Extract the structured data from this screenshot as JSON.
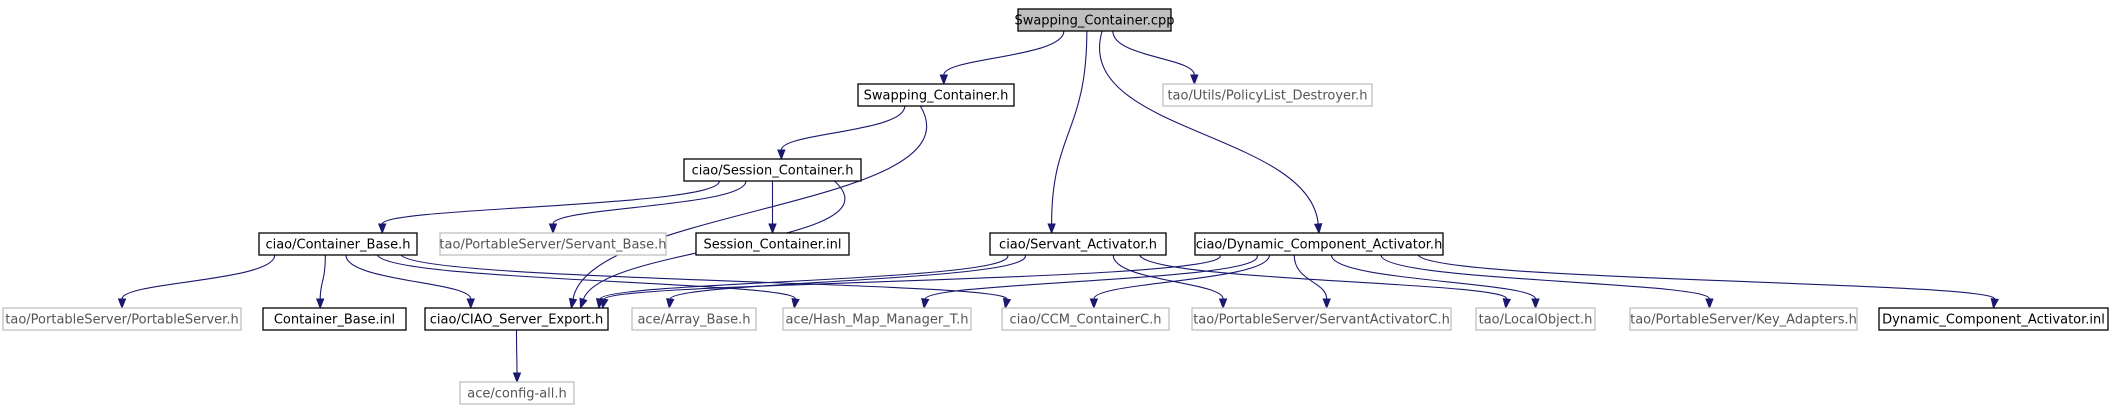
{
  "graph": {
    "title": "Swapping_Container.cpp",
    "colors": {
      "root_fill": "#bfbfbf",
      "node_border": "#000000",
      "external_border": "#bfbfbf",
      "edge": "#191970"
    },
    "nodes": [
      {
        "id": "root",
        "label": "Swapping_Container.cpp",
        "style": "root"
      },
      {
        "id": "swapping_h",
        "label": "Swapping_Container.h",
        "style": "normal"
      },
      {
        "id": "policylist",
        "label": "tao/Utils/PolicyList_Destroyer.h",
        "style": "external"
      },
      {
        "id": "session_h",
        "label": "ciao/Session_Container.h",
        "style": "normal"
      },
      {
        "id": "container_base_h",
        "label": "ciao/Container_Base.h",
        "style": "normal"
      },
      {
        "id": "servant_base",
        "label": "tao/PortableServer/Servant_Base.h",
        "style": "external"
      },
      {
        "id": "session_inl",
        "label": "Session_Container.inl",
        "style": "normal"
      },
      {
        "id": "servant_activator_h",
        "label": "ciao/Servant_Activator.h",
        "style": "normal"
      },
      {
        "id": "dyn_activator_h",
        "label": "ciao/Dynamic_Component_Activator.h",
        "style": "normal"
      },
      {
        "id": "portableserver",
        "label": "tao/PortableServer/PortableServer.h",
        "style": "external"
      },
      {
        "id": "container_base_inl",
        "label": "Container_Base.inl",
        "style": "normal"
      },
      {
        "id": "ciao_export",
        "label": "ciao/CIAO_Server_Export.h",
        "style": "normal"
      },
      {
        "id": "array_base",
        "label": "ace/Array_Base.h",
        "style": "external"
      },
      {
        "id": "hash_map",
        "label": "ace/Hash_Map_Manager_T.h",
        "style": "external"
      },
      {
        "id": "ccm_container",
        "label": "ciao/CCM_ContainerC.h",
        "style": "external"
      },
      {
        "id": "servant_activator_c",
        "label": "tao/PortableServer/ServantActivatorC.h",
        "style": "external"
      },
      {
        "id": "local_object",
        "label": "tao/LocalObject.h",
        "style": "external"
      },
      {
        "id": "key_adapters",
        "label": "tao/PortableServer/Key_Adapters.h",
        "style": "external"
      },
      {
        "id": "dyn_activator_inl",
        "label": "Dynamic_Component_Activator.inl",
        "style": "normal"
      },
      {
        "id": "config_all",
        "label": "ace/config-all.h",
        "style": "external"
      }
    ],
    "edges": [
      {
        "from": "root",
        "to": "swapping_h"
      },
      {
        "from": "root",
        "to": "policylist"
      },
      {
        "from": "root",
        "to": "servant_activator_h"
      },
      {
        "from": "root",
        "to": "dyn_activator_h"
      },
      {
        "from": "swapping_h",
        "to": "session_h"
      },
      {
        "from": "swapping_h",
        "to": "ciao_export"
      },
      {
        "from": "session_h",
        "to": "container_base_h"
      },
      {
        "from": "session_h",
        "to": "servant_base"
      },
      {
        "from": "session_h",
        "to": "session_inl"
      },
      {
        "from": "session_h",
        "to": "ciao_export"
      },
      {
        "from": "container_base_h",
        "to": "portableserver"
      },
      {
        "from": "container_base_h",
        "to": "container_base_inl"
      },
      {
        "from": "container_base_h",
        "to": "ciao_export"
      },
      {
        "from": "container_base_h",
        "to": "hash_map"
      },
      {
        "from": "container_base_h",
        "to": "ccm_container"
      },
      {
        "from": "servant_activator_h",
        "to": "ciao_export"
      },
      {
        "from": "servant_activator_h",
        "to": "array_base"
      },
      {
        "from": "servant_activator_h",
        "to": "servant_activator_c"
      },
      {
        "from": "servant_activator_h",
        "to": "local_object"
      },
      {
        "from": "dyn_activator_h",
        "to": "ciao_export"
      },
      {
        "from": "dyn_activator_h",
        "to": "hash_map"
      },
      {
        "from": "dyn_activator_h",
        "to": "ccm_container"
      },
      {
        "from": "dyn_activator_h",
        "to": "servant_activator_c"
      },
      {
        "from": "dyn_activator_h",
        "to": "local_object"
      },
      {
        "from": "dyn_activator_h",
        "to": "key_adapters"
      },
      {
        "from": "dyn_activator_h",
        "to": "dyn_activator_inl"
      },
      {
        "from": "ciao_export",
        "to": "config_all"
      }
    ]
  }
}
